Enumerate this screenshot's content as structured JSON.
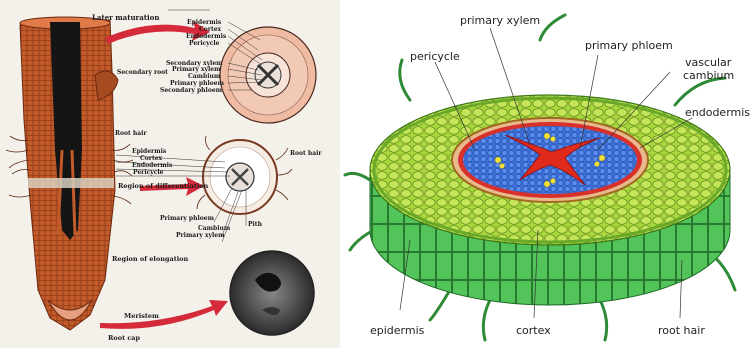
{
  "left_diagram": {
    "labels": {
      "later_maturation": "Later maturation",
      "epidermis_top": "Epidermis",
      "cortex_top": "Cortex",
      "endodermis_top": "Endodermis",
      "pericycle_top": "Pericycle",
      "secondary_root": "Secondary root",
      "secondary_xylem": "Secondary xylem",
      "primary_xylem_top": "Primary xylem",
      "cambium_top": "Cambium",
      "primary_phloem_top": "Primary phloem",
      "secondary_phloem": "Secondary phloem",
      "root_hair_left": "Root hair",
      "epidermis_mid": "Epidermis",
      "cortex_mid": "Cortex",
      "endodermis_mid": "Endodermis",
      "pericycle_mid": "Pericycle",
      "root_hair_right": "Root hair",
      "region_of_differentiation": "Region of differentiation",
      "primary_phloem_mid": "Primary phloem",
      "pith": "Pith",
      "cambium_mid": "Cambium",
      "primary_xylem_mid": "Primary xylem",
      "region_of_elongation": "Region of elongation",
      "meristem": "Meristem",
      "root_cap": "Root cap"
    }
  },
  "right_diagram": {
    "labels": {
      "primary_xylem": "primary xylem",
      "primary_phloem": "primary phloem",
      "pericycle": "pericycle",
      "vascular_cambium_1": "vascular",
      "vascular_cambium_2": "cambium",
      "endodermis": "endodermis",
      "epidermis": "epidermis",
      "cortex": "cortex",
      "root_hair": "root hair"
    }
  },
  "colors": {
    "root_brown": "#c25a2a",
    "arrow_red": "#d42a3a",
    "cortex_green": "#a9d63c",
    "side_green": "#3fae4a",
    "xylem_red": "#e02a1c",
    "phloem_blue": "#3a6fd8",
    "phloem_yellow": "#f2e23a"
  }
}
